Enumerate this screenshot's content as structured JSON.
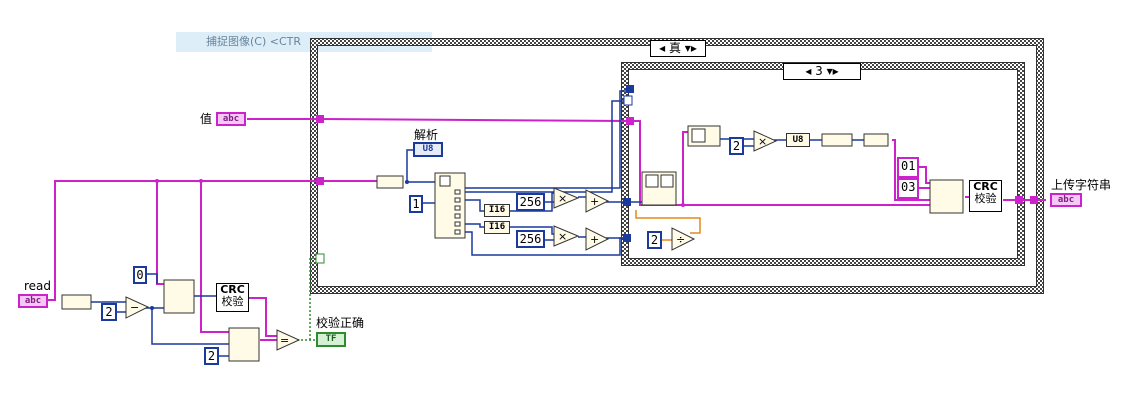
{
  "banner": {
    "text": "捕捉图像(C)    <CTR"
  },
  "outer_case": {
    "selector": "◂ 真 ▾▸"
  },
  "inner_case": {
    "selector": "◂ 3 ▾▸"
  },
  "labels": {
    "value": "值",
    "parse": "解析",
    "read": "read",
    "check_ok": "校验正确",
    "upload": "上传字符串"
  },
  "constants": {
    "zero": "0",
    "two_a": "2",
    "two_b": "2",
    "one": "1",
    "c256_a": "256",
    "c256_b": "256",
    "two_c": "2",
    "two_d": "2",
    "hex01": "01",
    "hex03": "03"
  },
  "terminals": {
    "value_abc": "abc",
    "read_abc": "abc",
    "upload_abc": "abc",
    "tf": "TF",
    "u8_parse": "U8",
    "u8_mid": "U8",
    "i16_a": "I16",
    "i16_b": "I16"
  },
  "crc": {
    "top_line": "CRC",
    "bottom_line": "校验"
  },
  "colors": {
    "string_wire": "#cc22cc",
    "number_wire": "#1a3a9c",
    "bool_wire": "#2e8b2e",
    "orange_wire": "#e08a1e",
    "frame": "#555555"
  }
}
